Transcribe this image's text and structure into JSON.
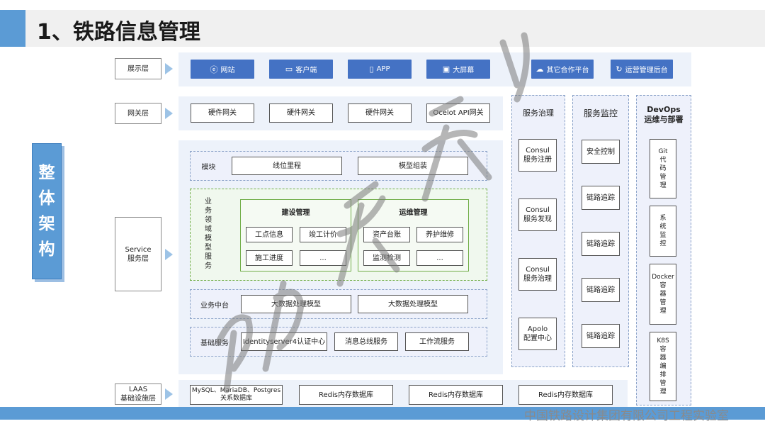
{
  "header": {
    "title": "1、铁路信息管理"
  },
  "side_title": "整体架构",
  "layers": [
    {
      "label": "展示层"
    },
    {
      "label": "网关层"
    },
    {
      "label": "Service\n服务层"
    },
    {
      "label": "LAAS\n基础设施层"
    }
  ],
  "presentation": [
    {
      "label": "网站",
      "icon": "ie-icon"
    },
    {
      "label": "客户端",
      "icon": "monitor-icon"
    },
    {
      "label": "APP",
      "icon": "phone-icon"
    },
    {
      "label": "大屏幕",
      "icon": "screen-icon"
    },
    {
      "label": "其它合作平台",
      "icon": "cloud-icon"
    },
    {
      "label": "运营管理后台",
      "icon": "cycle-icon"
    }
  ],
  "gateway": [
    "硬件网关",
    "硬件网关",
    "硬件网关",
    "Ocelot API网关"
  ],
  "service": {
    "module": {
      "label": "模块",
      "items": [
        "线位里程",
        "模型组装"
      ]
    },
    "domain": {
      "label": "业\n务\n领\n域\n模\n型\n服\n务",
      "groups": [
        {
          "title": "建设管理",
          "items": [
            "工点信息",
            "竣工计价",
            "施工进度",
            "..."
          ]
        },
        {
          "title": "运维管理",
          "items": [
            "资产台账",
            "养护维修",
            "监测检测",
            "..."
          ]
        }
      ]
    },
    "middle": {
      "label": "业务中台",
      "items": [
        "大数据处理模型",
        "大数据处理模型"
      ]
    },
    "base": {
      "label": "基础服务",
      "items": [
        "Identityserver4认证中心",
        "消息总线服务",
        "工作流服务"
      ]
    }
  },
  "infra": [
    "MySQL、MariaDB、Postgres\n关系数据库",
    "Redis内存数据库",
    "Redis内存数据库",
    "Redis内存数据库"
  ],
  "governance": {
    "title": "服务治理",
    "items": [
      "Consul\n服务注册",
      "Consul\n服务发现",
      "Consul\n服务治理",
      "Apolo\n配置中心"
    ]
  },
  "monitor": {
    "title": "服务监控",
    "items": [
      "安全控制",
      "链路追踪",
      "链路追踪",
      "链路追踪",
      "链路追踪"
    ]
  },
  "devops": {
    "title": "DevOps\n运维与部署",
    "items": [
      "Git\n代\n码\n管\n理",
      "系\n统\n监\n控",
      "Docker\n容\n器\n管\n理",
      "K8S\n容\n器\n编\n排\n管\n理"
    ]
  },
  "footer": "中国铁路设计集团有限公司工程实验室",
  "colors": {
    "accent": "#5b9bd5",
    "button": "#4472c4",
    "panel": "#edf2fa",
    "green": "#70ad47"
  }
}
